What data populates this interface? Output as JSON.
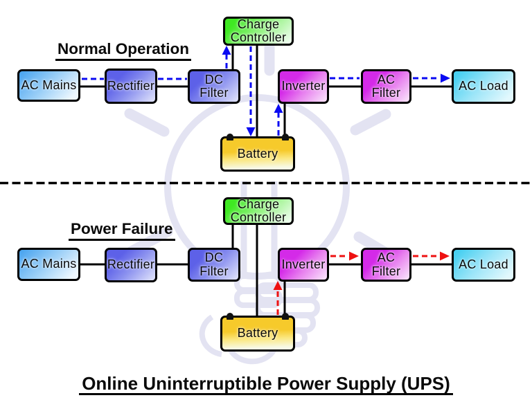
{
  "diagram": {
    "caption": "Online Uninterruptible Power Supply (UPS)",
    "background": "#ffffff",
    "watermark_icon": "light-bulb-with-fist-logo"
  },
  "sections": {
    "normal": {
      "title": "Normal Operation",
      "flow_color": "#0a0af2",
      "flow_style": "blue-dashed-arrows"
    },
    "failure": {
      "title": "Power Failure",
      "flow_color": "#ee1111",
      "flow_style": "red-dashed-arrows"
    }
  },
  "blocks": {
    "ac_mains": "AC Mains",
    "rectifier": "Rectifier",
    "dc_filter": "DC\nFilter",
    "charge_controller": "Charge\nController",
    "battery": "Battery",
    "inverter": "Inverter",
    "ac_filter": "AC\nFilter",
    "ac_load": "AC Load"
  },
  "colors": {
    "box_border": "#000000",
    "connector_line": "#000000",
    "separator_line": "#000000",
    "normal_flow_arrow": "#0a0af2",
    "failure_flow_arrow": "#ee1111",
    "ac_mains_fill_top": "#53aaf0",
    "ac_mains_fill_bottom": "#eaf5fd",
    "rectifier_fill_top": "#5f63e8",
    "rectifier_fill_bottom": "#dfe2fa",
    "inverter_fill_top": "#d52ae9",
    "inverter_fill_bottom": "#f9e0fa",
    "ac_load_fill_top": "#4fd2f2",
    "ac_load_fill_bottom": "#dff7fd",
    "charge_controller_fill_top": "#41ea24",
    "charge_controller_fill_bottom": "#eefdee",
    "battery_fill_top": "#f6ca2b",
    "battery_fill_bottom": "#f6f9e3",
    "watermark": "#d8d8ec"
  }
}
